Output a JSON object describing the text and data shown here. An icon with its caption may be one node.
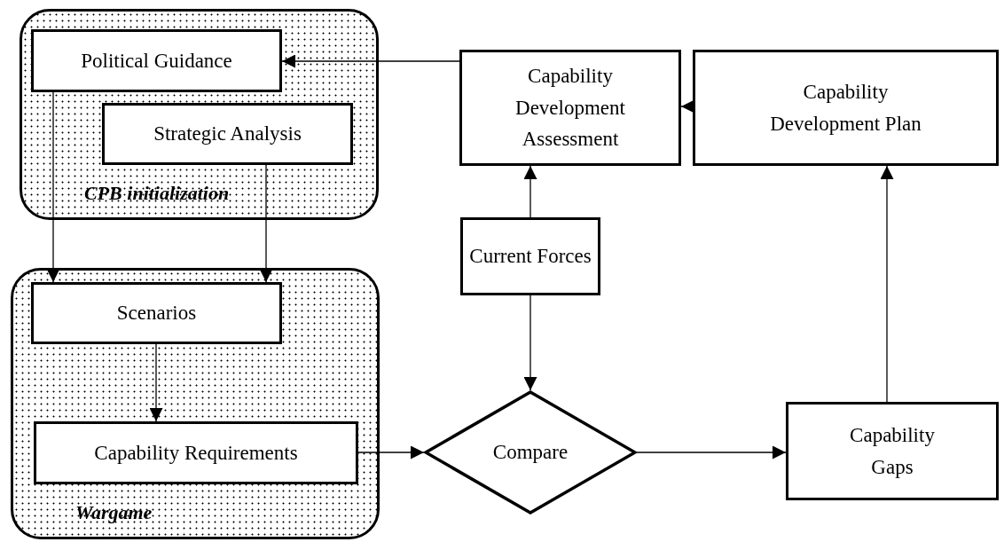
{
  "diagram": {
    "nodes": [
      {
        "text": [
          "CPB initialization"
        ]
      },
      {
        "text": [
          "Political Guidance"
        ],
        "in": 0
      },
      {
        "text": [
          "Strategic Analysis"
        ],
        "in": 0
      },
      {
        "text": [
          "Wargame"
        ]
      },
      {
        "text": [
          "Scenarios"
        ],
        "in": 3
      },
      {
        "text": [
          "Capability Requirements"
        ],
        "in": 3
      },
      {
        "text": [
          "Capability Development Assessment"
        ]
      },
      {
        "text": [
          "Capability Development Plan"
        ]
      },
      {
        "text": [
          "Current Forces"
        ]
      },
      {
        "text": [
          "Compare"
        ]
      },
      {
        "text": [
          "Capability Gaps"
        ]
      }
    ],
    "edges": [
      {
        "from": 6,
        "to": 1,
        "arrow": "to"
      },
      {
        "from": 7,
        "to": 6,
        "arrow": "to"
      },
      {
        "from": 1,
        "to": 4,
        "arrow": "to"
      },
      {
        "from": 2,
        "to": 4,
        "arrow": "to"
      },
      {
        "from": 4,
        "to": 5,
        "arrow": "to"
      },
      {
        "from": 5,
        "to": 9,
        "arrow": "to"
      },
      {
        "from": 8,
        "to": 9,
        "arrow": "to"
      },
      {
        "from": 8,
        "to": 6,
        "arrow": "to"
      },
      {
        "from": 9,
        "to": 10,
        "arrow": "to"
      },
      {
        "from": 10,
        "to": 7,
        "arrow": "to"
      }
    ]
  }
}
